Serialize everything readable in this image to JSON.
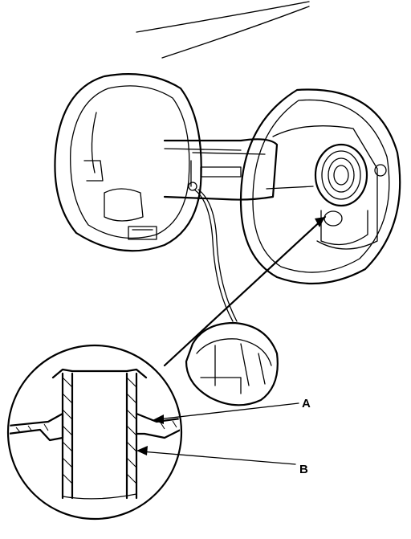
{
  "diagram": {
    "callouts": [
      {
        "letter": "A",
        "target": "filler-neck-flange"
      },
      {
        "letter": "B",
        "target": "filler-neck-tube"
      }
    ]
  }
}
